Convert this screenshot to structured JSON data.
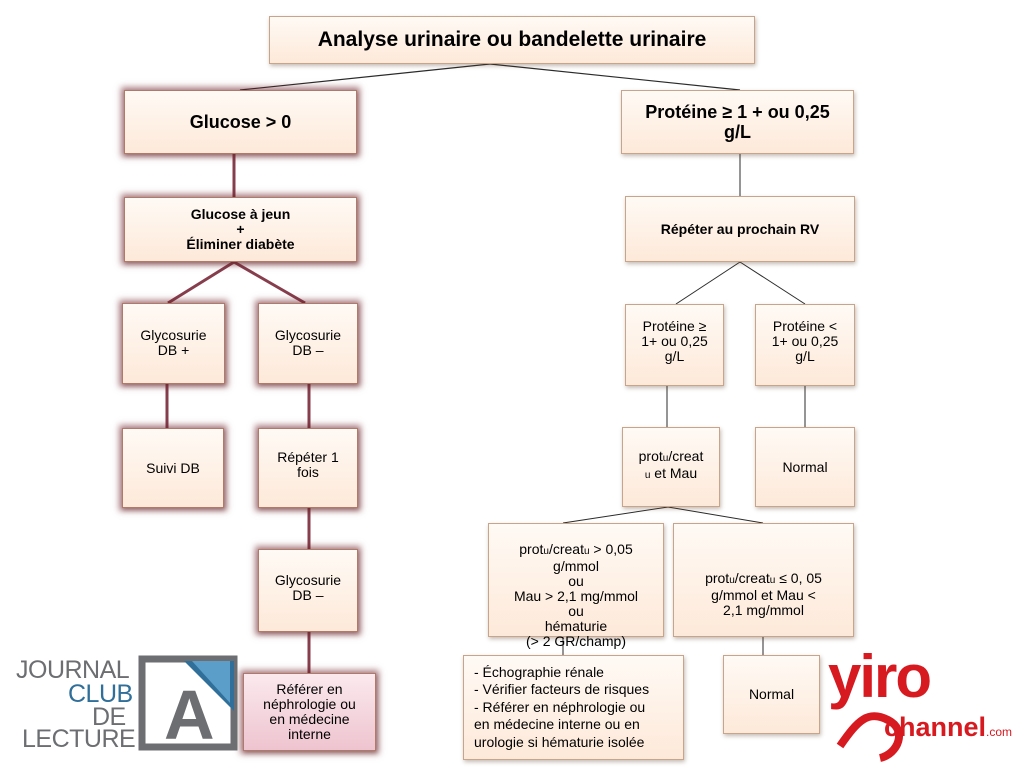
{
  "diagram": {
    "root": "Analyse urinaire ou bandelette urinaire",
    "left": {
      "glucose": "Glucose > 0",
      "jeun": "Glucose à jeun\n+\nÉliminer diabète",
      "db_plus": "Glycosurie\nDB +",
      "db_minus": "Glycosurie\nDB –",
      "suivi": "Suivi DB",
      "repeter": "Répéter 1\nfois",
      "db_minus2": "Glycosurie\nDB –",
      "referer": "Référer en\nnéphrologie ou\nen médecine\ninterne"
    },
    "right": {
      "proteine": "Protéine ≥ 1 + ou 0,25\ng/L",
      "repeter_rv": "Répéter au prochain RV",
      "prot_ge": "Protéine ≥\n1+ ou 0,25\ng/L",
      "prot_lt": "Protéine <\n1+ ou 0,25\ng/L",
      "protu_pre": "prot",
      "protu_sub1": "u",
      "protu_mid": "/creat",
      "protu_sub2": "u",
      "protu_post": " et Mau",
      "normal1": "Normal",
      "high_pre": "prot",
      "high_sub1": "u",
      "high_mid": "/creat",
      "high_sub2": "u",
      "high_post": " > 0,05\ng/mmol\nou\nMau > 2,1  mg/mmol\nou\nhématurie\n(> 2 GR/champ)",
      "low_pre": "prot",
      "low_sub1": "u",
      "low_mid": "/creat",
      "low_sub2": "u",
      "low_post": " ≤ 0, 05\ng/mmol et Mau <\n2,1  mg/mmol",
      "actions": "- Échographie rénale\n- Vérifier facteurs de risques\n- Référer en néphrologie ou\nen médecine interne ou en\nurologie si hématurie isolée",
      "normal2": "Normal"
    }
  },
  "logos": {
    "journal_1": "JOURNAL",
    "journal_2": "CLUB",
    "journal_3": "DE",
    "journal_4": "LECTURE",
    "journal_letter": "A",
    "yiro_1": "yiro",
    "yiro_2": "channel",
    "yiro_3": ".com"
  },
  "colors": {
    "line": "#2b2b2b",
    "glow_line": "#7a2a3a",
    "journal_gray": "#6d6e71",
    "journal_blue": "#2f6f99",
    "yiro_red": "#d71920"
  }
}
